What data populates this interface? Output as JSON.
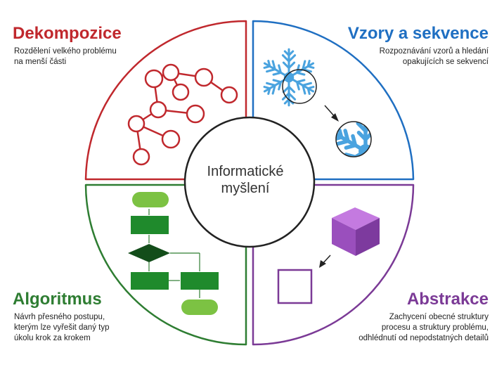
{
  "center": {
    "line1": "Informatické",
    "line2": "myšlení"
  },
  "quadrants": [
    {
      "id": "decomposition",
      "title": "Dekompozice",
      "description_lines": [
        "Rozdělení velkého problému",
        "na menší části"
      ],
      "color": "#c0282d",
      "icon": "tree-graph-icon"
    },
    {
      "id": "patterns",
      "title": "Vzory a sekvence",
      "description_lines": [
        "Rozpoznávání vzorů a hledání",
        "opakujících se sekvencí"
      ],
      "color": "#1f6fc2",
      "icon": "snowflake-magnifier-icon"
    },
    {
      "id": "algorithm",
      "title": "Algoritmus",
      "description_lines": [
        "Návrh přesného postupu,",
        "kterým lze vyřešit daný typ",
        "úkolu krok za krokem"
      ],
      "color": "#2e7d32",
      "icon": "flowchart-icon"
    },
    {
      "id": "abstraction",
      "title": "Abstrakce",
      "description_lines": [
        "Zachycení obecné struktury",
        "procesu a struktury problému,",
        "odhlédnutí od nepodstatných detailů"
      ],
      "color": "#7b3a96",
      "icon": "cube-to-square-icon"
    }
  ]
}
